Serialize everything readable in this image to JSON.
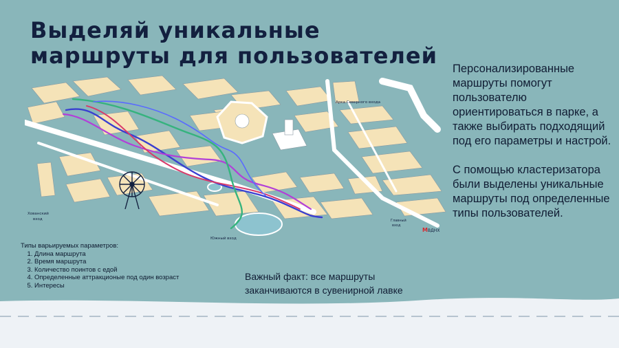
{
  "title": {
    "line1": "Выделяй уникальные",
    "line2": "маршруты для пользователей"
  },
  "description": {
    "paragraph1": "Персонализированные маршруты помогут пользователю ориентироваться в парке, а также выбирать подходящий под его параметры и настрой.",
    "paragraph2": "С помощью кластеризатора были выделены уникальные маршруты под определенные типы пользователей."
  },
  "parameters": {
    "heading": "Типы варьируемых параметров:",
    "items": [
      "Длина маршрута",
      "Время маршрута",
      "Количество поинтов с едой",
      "Определенные аттракционые под один возраст",
      "Интересы"
    ]
  },
  "fact": {
    "line1": "Важный факт: все маршруты",
    "line2": "заканчиваются в сувенирной лавке"
  },
  "map": {
    "labels": {
      "north_arch": "Арка Северного входа",
      "khovansky_line1": "Хованский",
      "khovansky_line2": "вход",
      "south_entrance": "Южный вход",
      "main_line1": "Главный",
      "main_line2": "вход",
      "metro_badge": "ВДНХ",
      "metro_letter": "М"
    },
    "route_colors": [
      "#3a3fd0",
      "#b23fd8",
      "#d83a6a",
      "#36b37e",
      "#5a6aff"
    ]
  },
  "colors": {
    "background": "#89b6ba",
    "title": "#13203f",
    "building": "#f5e3b8",
    "road": "#ffffff",
    "bottom_band": "#eef2f6"
  }
}
